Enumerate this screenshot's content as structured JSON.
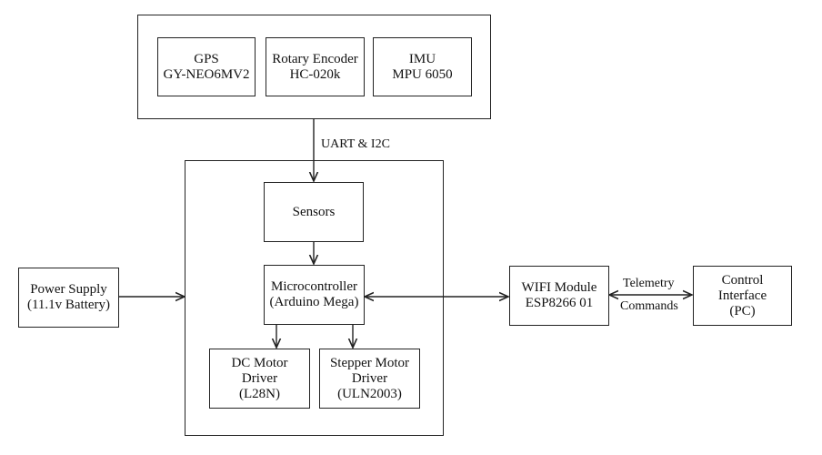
{
  "diagram": {
    "sensor_group": {
      "gps": {
        "line1": "GPS",
        "line2": "GY-NEO6MV2"
      },
      "encoder": {
        "line1": "Rotary Encoder",
        "line2": "HC-020k"
      },
      "imu": {
        "line1": "IMU",
        "line2": "MPU 6050"
      }
    },
    "bus_label": "UART & I2C",
    "controller_group": {
      "sensors": {
        "line1": "Sensors"
      },
      "mcu": {
        "line1": "Microcontroller",
        "line2": "(Arduino Mega)"
      },
      "dc_driver": {
        "line1": "DC Motor",
        "line2": "Driver",
        "line3": "(L28N)"
      },
      "stepper_driver": {
        "line1": "Stepper Motor",
        "line2": "Driver",
        "line3": "(ULN2003)"
      }
    },
    "power": {
      "line1": "Power Supply",
      "line2": "(11.1v Battery)"
    },
    "wifi": {
      "line1": "WIFI Module",
      "line2": "ESP8266 01"
    },
    "control": {
      "line1": "Control",
      "line2": "Interface",
      "line3": "(PC)"
    },
    "link_labels": {
      "telemetry": "Telemetry",
      "commands": "Commands"
    }
  }
}
